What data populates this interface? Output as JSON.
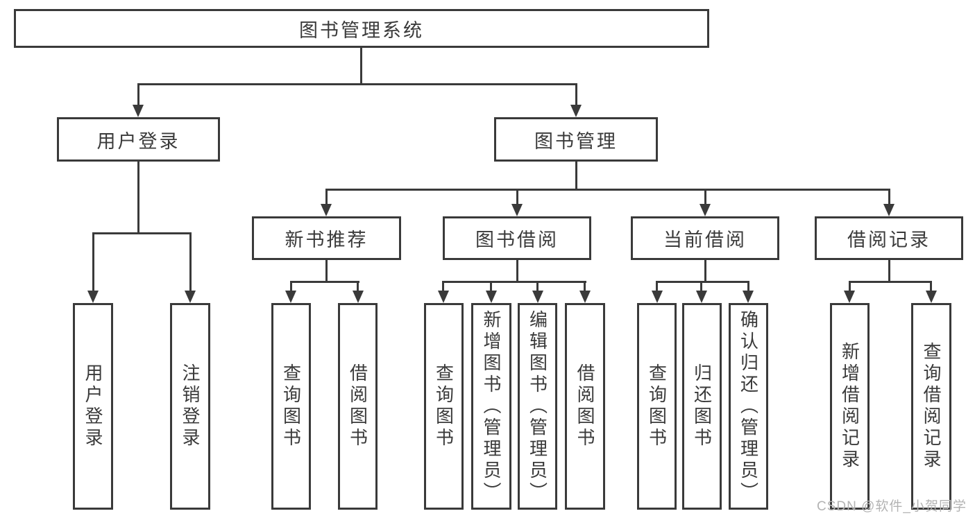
{
  "colors": {
    "line": "#3a3a3a",
    "box_border": "#3a3a3a",
    "text": "#3a3a3a",
    "background": "#ffffff",
    "watermark": "#b3b3b3"
  },
  "nodes": {
    "root": "图书管理系统",
    "user_login": "用户登录",
    "book_management": "图书管理",
    "new_book_recommend": "新书推荐",
    "book_borrowing": "图书借阅",
    "current_borrowing": "当前借阅",
    "borrow_records": "借阅记录",
    "leaf_user_login": "用户登录",
    "leaf_logout": "注销登录",
    "leaf_rec_query_books": "查询图书",
    "leaf_rec_borrow_books": "借阅图书",
    "leaf_bb_query_books": "查询图书",
    "leaf_bb_add_books": "新增图书（管理员）",
    "leaf_bb_edit_books": "编辑图书（管理员）",
    "leaf_bb_borrow_books": "借阅图书",
    "leaf_cb_query_books": "查询图书",
    "leaf_cb_return_books": "归还图书",
    "leaf_cb_confirm_return": "确认归还（管理员）",
    "leaf_br_add_record": "新增借阅记录",
    "leaf_br_query_record": "查询借阅记录"
  },
  "watermark": "CSDN @软件_小贺同学"
}
